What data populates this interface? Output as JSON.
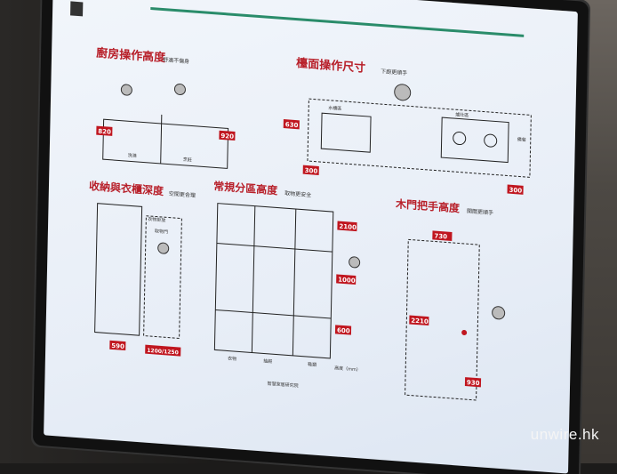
{
  "panels": {
    "kitchen": {
      "title": "廚房操作高度",
      "subtitle": "舒適不傷身",
      "dims": [
        "820",
        "920"
      ],
      "labels": [
        "洗滌",
        "烹飪"
      ]
    },
    "counter": {
      "title": "檯面操作尺寸",
      "subtitle": "下廚更順手",
      "dims": [
        "630",
        "300",
        "300"
      ],
      "labels": [
        "水槽區",
        "爐灶區",
        "備餐"
      ]
    },
    "wardrobe": {
      "title": "收納與衣櫃深度",
      "subtitle": "空間更合理",
      "dims": [
        "590",
        "1200/1250"
      ],
      "labels": [
        "衣物掛放",
        "取物門"
      ]
    },
    "partition": {
      "title": "常規分區高度",
      "subtitle": "取物更安全",
      "dims": [
        "2100",
        "1000",
        "600"
      ],
      "labels": [
        "衣物",
        "鞋類",
        "抽屜",
        "高度（mm）"
      ]
    },
    "door": {
      "title": "木門把手高度",
      "subtitle": "開關更順手",
      "dims": [
        "730",
        "2210",
        "930"
      ]
    }
  },
  "footer": "智慧家居研究院",
  "watermark": "unwire.hk"
}
